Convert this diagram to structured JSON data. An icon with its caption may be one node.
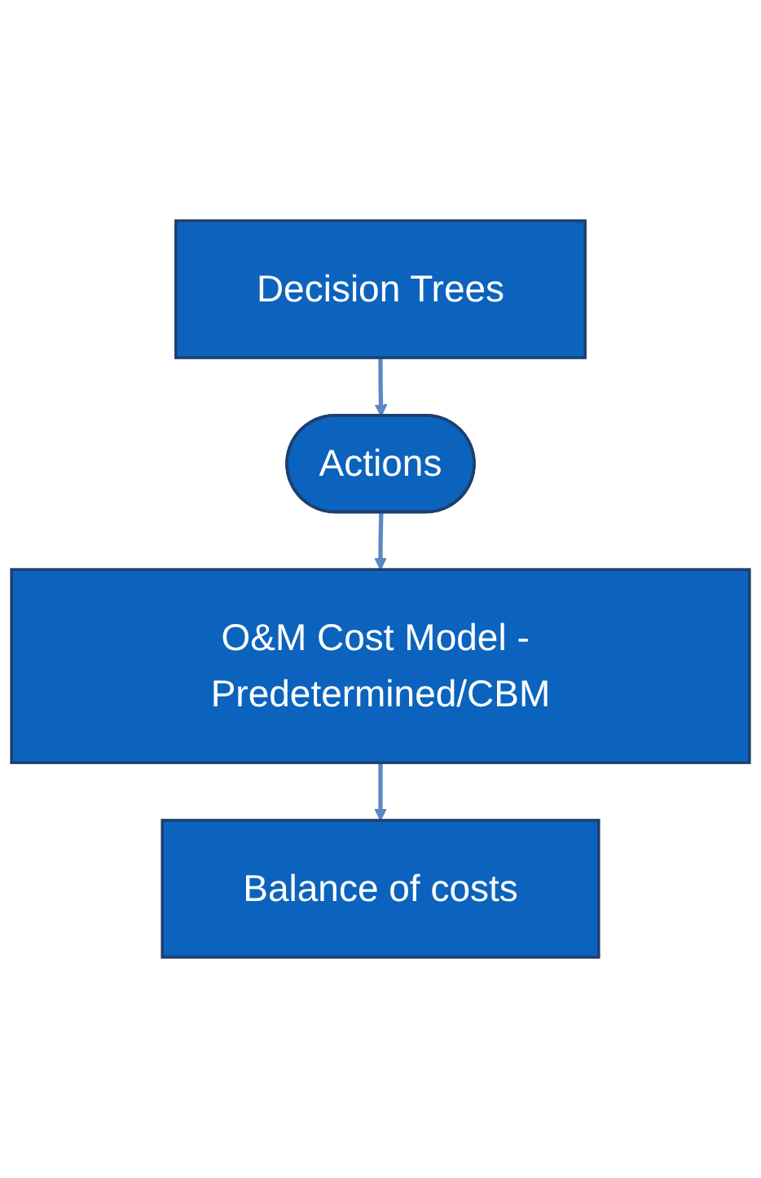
{
  "diagram": {
    "nodes": [
      {
        "text": [
          "Decision Trees"
        ]
      },
      {
        "text": [
          "Actions"
        ]
      },
      {
        "text": [
          "O&M Cost Model - Predetermined/CBM"
        ]
      },
      {
        "text": [
          "Balance of costs"
        ]
      }
    ],
    "edges": [
      {
        "from": 0,
        "to": 1,
        "arrow": "to"
      },
      {
        "from": 1,
        "to": 2,
        "arrow": "to"
      },
      {
        "from": 2,
        "to": 3,
        "arrow": "to"
      }
    ]
  }
}
